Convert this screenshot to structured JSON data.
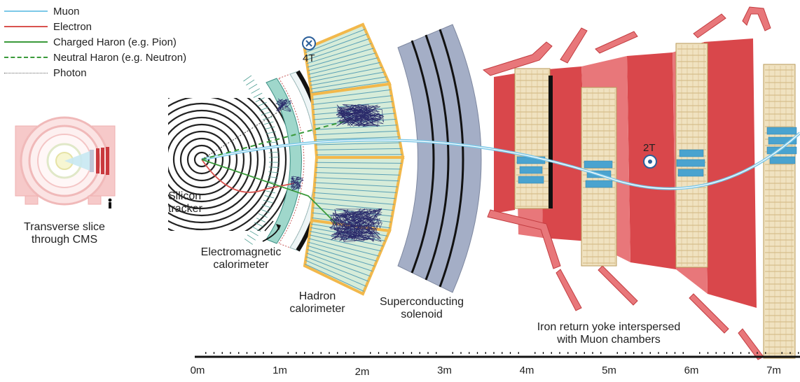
{
  "legend": [
    {
      "label": "Muon",
      "color": "#7cc8e8",
      "style": "solid"
    },
    {
      "label": "Electron",
      "color": "#d9534f",
      "style": "solid"
    },
    {
      "label": "Charged Haron (e.g. Pion)",
      "color": "#3a9a3a",
      "style": "solid"
    },
    {
      "label": "Neutral Haron (e.g. Neutron)",
      "color": "#3a9a3a",
      "style": "dashed"
    },
    {
      "label": "Photon",
      "color": "#666666",
      "style": "dotted"
    }
  ],
  "inset": {
    "caption_line1": "Transverse slice",
    "caption_line2": "through CMS"
  },
  "field_labels": {
    "inner": "4T",
    "outer": "2T"
  },
  "components": {
    "tracker_line1": "Silicon",
    "tracker_line2": "tracker",
    "ecal_line1": "Electromagnetic",
    "ecal_line2": "calorimeter",
    "hcal_line1": "Hadron",
    "hcal_line2": "calorimeter",
    "solenoid_line1": "Superconducting",
    "solenoid_line2": "solenoid",
    "yoke_line1": "Iron return yoke interspersed",
    "yoke_line2": "with Muon chambers"
  },
  "axis": {
    "ticks": [
      "0m",
      "1m",
      "2m",
      "3m",
      "4m",
      "5m",
      "6m",
      "7m"
    ]
  },
  "colors": {
    "tracker": "#222222",
    "ecal": "#8fcfc2",
    "hcal_frame": "#f2b84b",
    "hcal_fill": "#d6ecd9",
    "solenoid": "#a4aec6",
    "yoke": "#d9474b",
    "yoke_light": "#e8777a",
    "muon_chamber": "#f0e2c0",
    "muon_hit": "#4aa3cf"
  }
}
